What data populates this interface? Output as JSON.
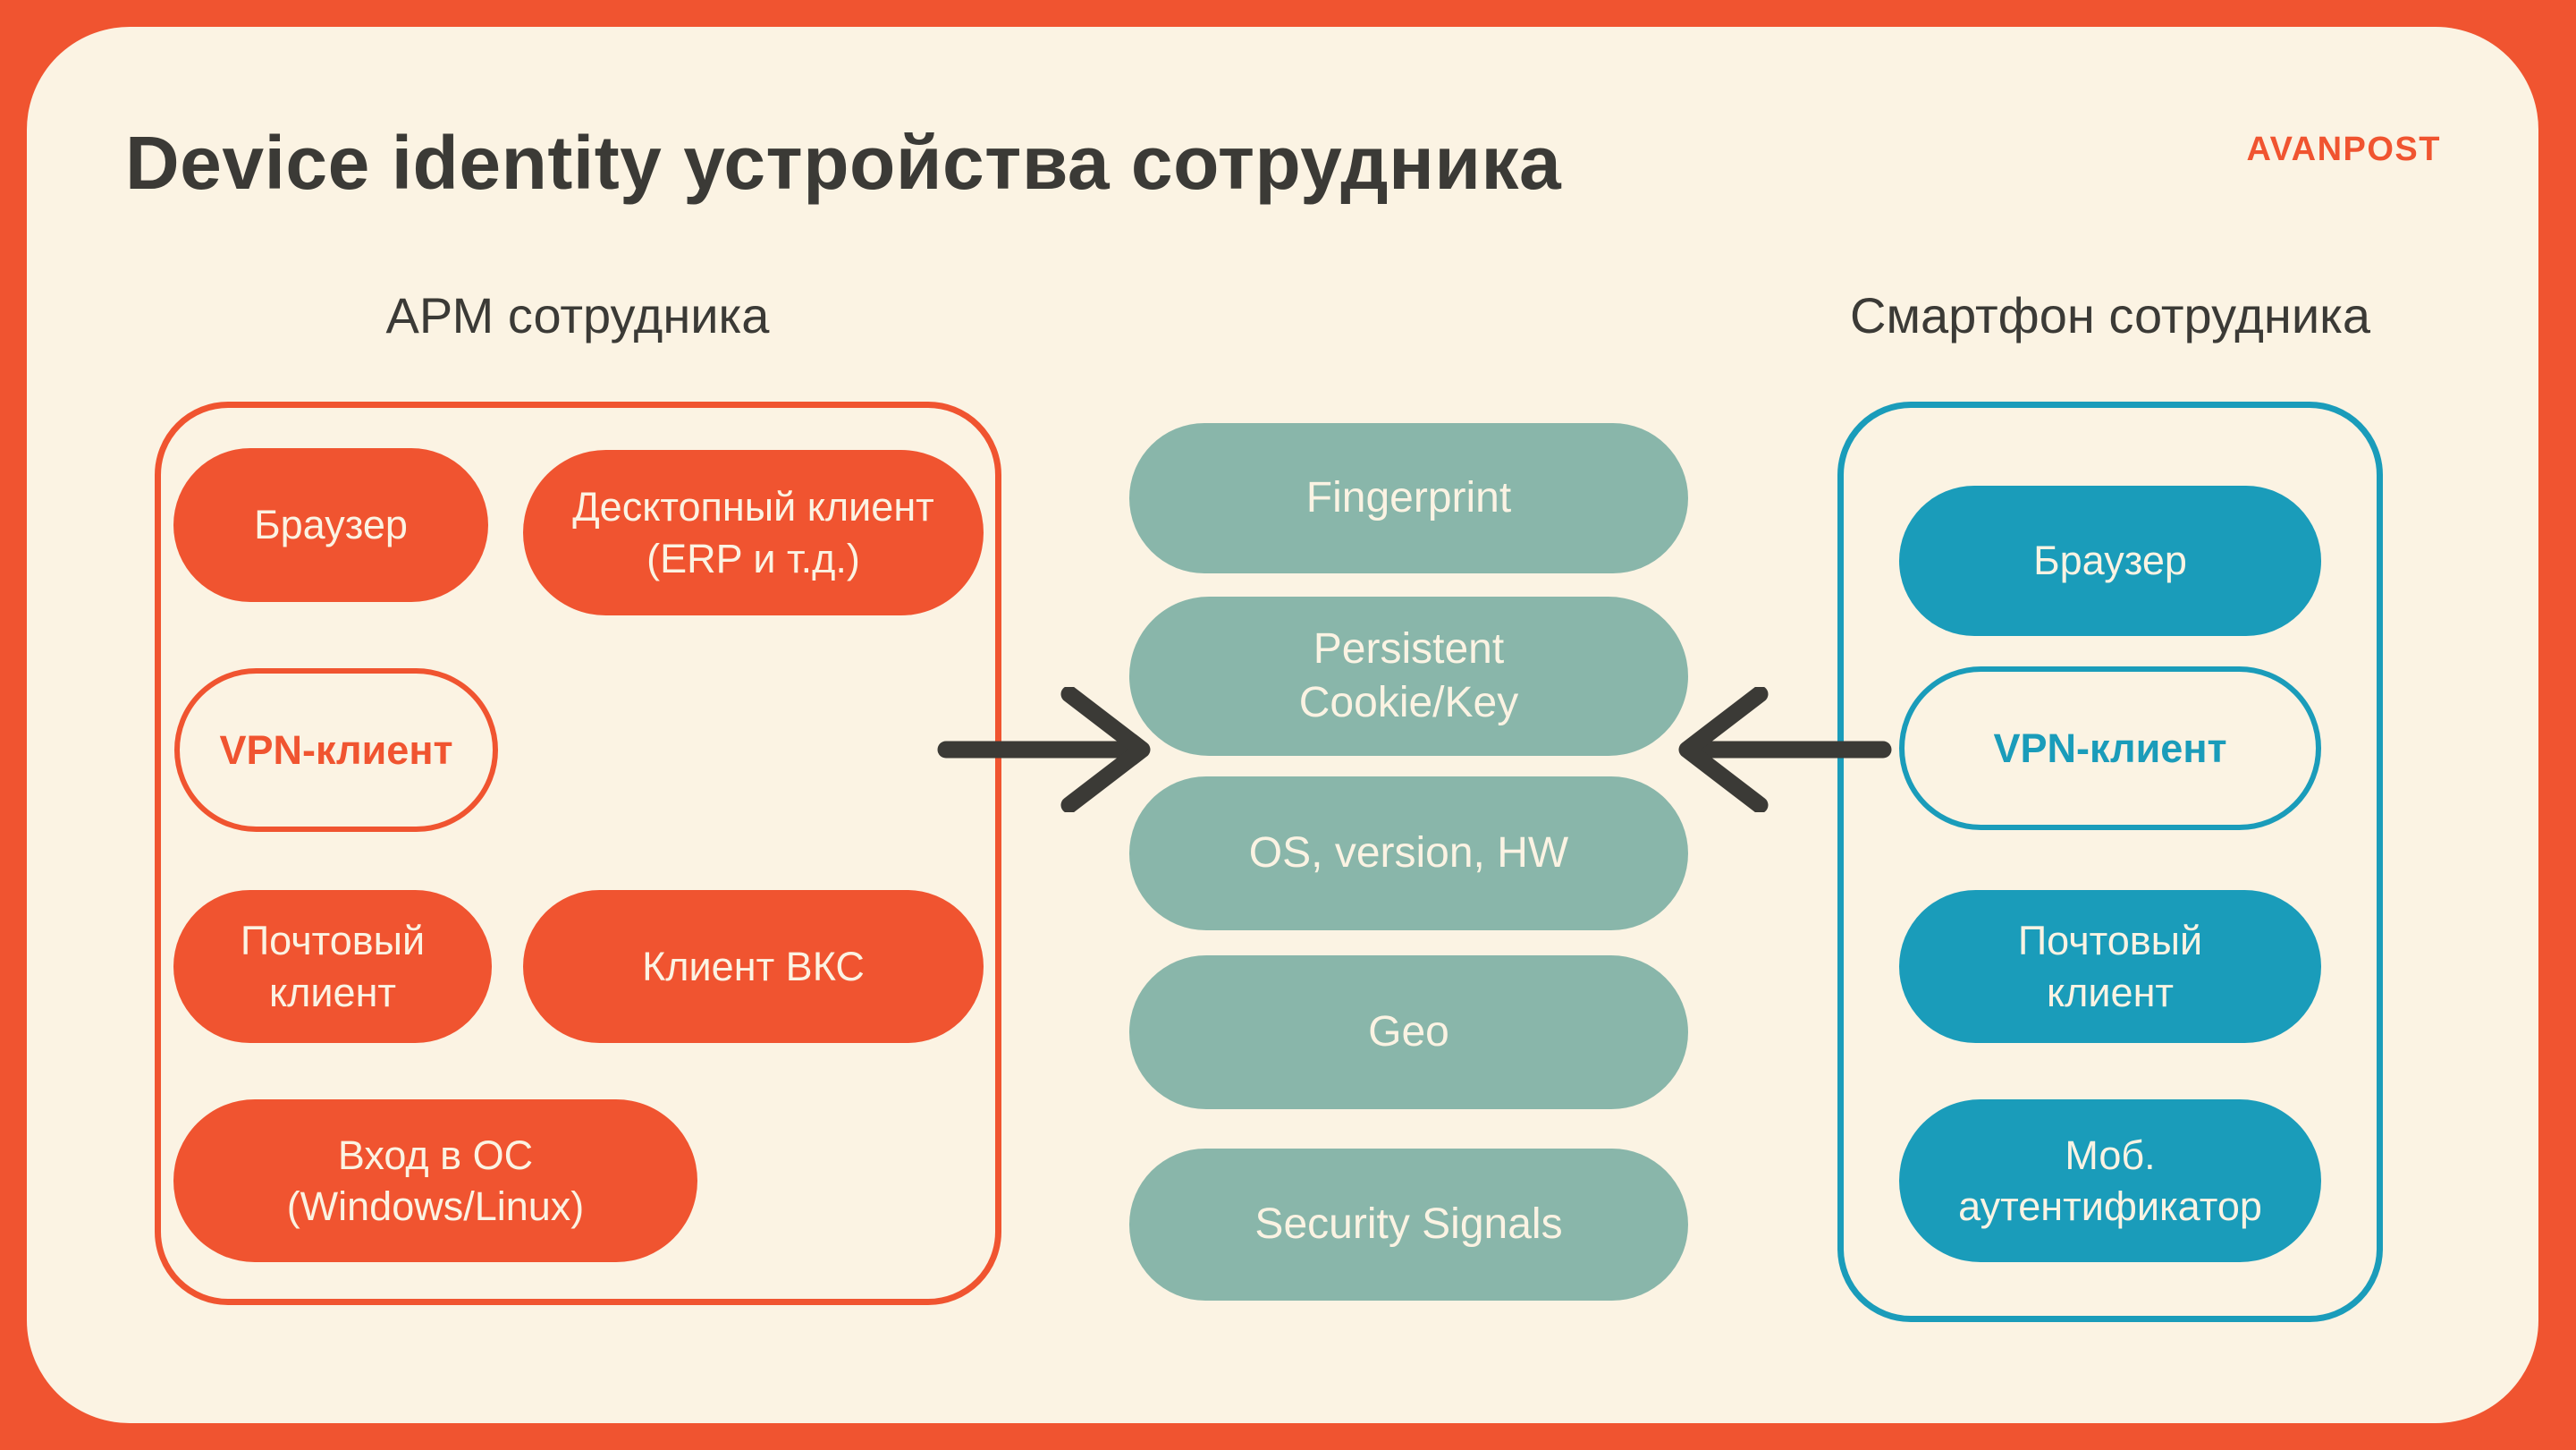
{
  "colors": {
    "orange": "#F05430",
    "teal": "#1A9CBA",
    "sage": "#89B6AA",
    "cream": "#FBF3E3",
    "dark": "#3B3A36"
  },
  "header": {
    "title": "Device identity устройства сотрудника",
    "logo": "AVANPOST"
  },
  "workstation": {
    "label": "АРМ сотрудника",
    "pills": [
      {
        "label": "Браузер",
        "variant": "filled"
      },
      {
        "label": "Десктопный клиент\n(ERP и т.д.)",
        "variant": "filled"
      },
      {
        "label": "VPN-клиент",
        "variant": "outlined"
      },
      {
        "label": "Почтовый\nклиент",
        "variant": "filled"
      },
      {
        "label": "Клиент ВКС",
        "variant": "filled"
      },
      {
        "label": "Вход в ОС\n(Windows/Linux)",
        "variant": "filled"
      }
    ]
  },
  "identity_signals": {
    "pills": [
      {
        "label": "Fingerprint"
      },
      {
        "label": "Persistent\nCookie/Key"
      },
      {
        "label": "OS, version, HW"
      },
      {
        "label": "Geo"
      },
      {
        "label": "Security Signals"
      }
    ]
  },
  "smartphone": {
    "label": "Смартфон сотрудника",
    "pills": [
      {
        "label": "Браузер",
        "variant": "filled"
      },
      {
        "label": "VPN-клиент",
        "variant": "outlined"
      },
      {
        "label": "Почтовый\nклиент",
        "variant": "filled"
      },
      {
        "label": "Моб.\nаутентификатор",
        "variant": "filled"
      }
    ]
  }
}
